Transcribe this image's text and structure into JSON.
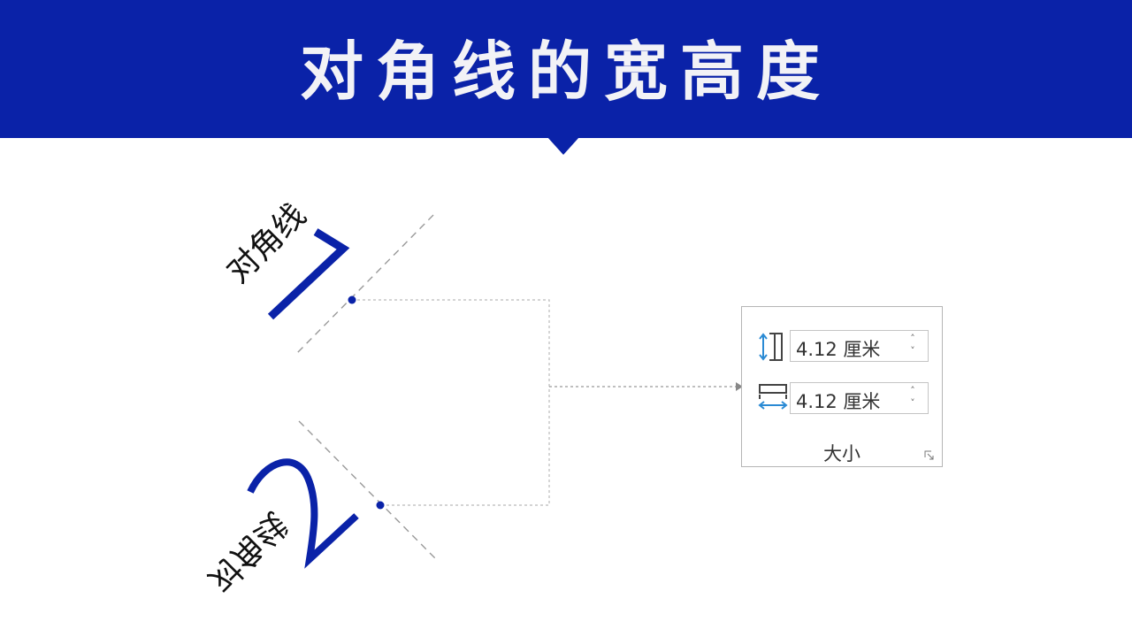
{
  "header": {
    "title": "对角线的宽高度",
    "background_color": "#0a22a8",
    "text_color": "#f2f2f6"
  },
  "diagram": {
    "accent_color": "#0a22a8",
    "guide_color": "#999999",
    "items": [
      {
        "number": "1",
        "label": "对角线",
        "marker_icon": "dot"
      },
      {
        "number": "2",
        "label": "对角线",
        "marker_icon": "dot"
      }
    ]
  },
  "size_panel": {
    "height_icon": "shape-height-icon",
    "height_value": "4.12 厘米",
    "width_icon": "shape-width-icon",
    "width_value": "4.12 厘米",
    "group_label": "大小",
    "spin_up": "˄",
    "spin_down": "˅",
    "launcher_icon": "dialog-launcher-icon"
  }
}
